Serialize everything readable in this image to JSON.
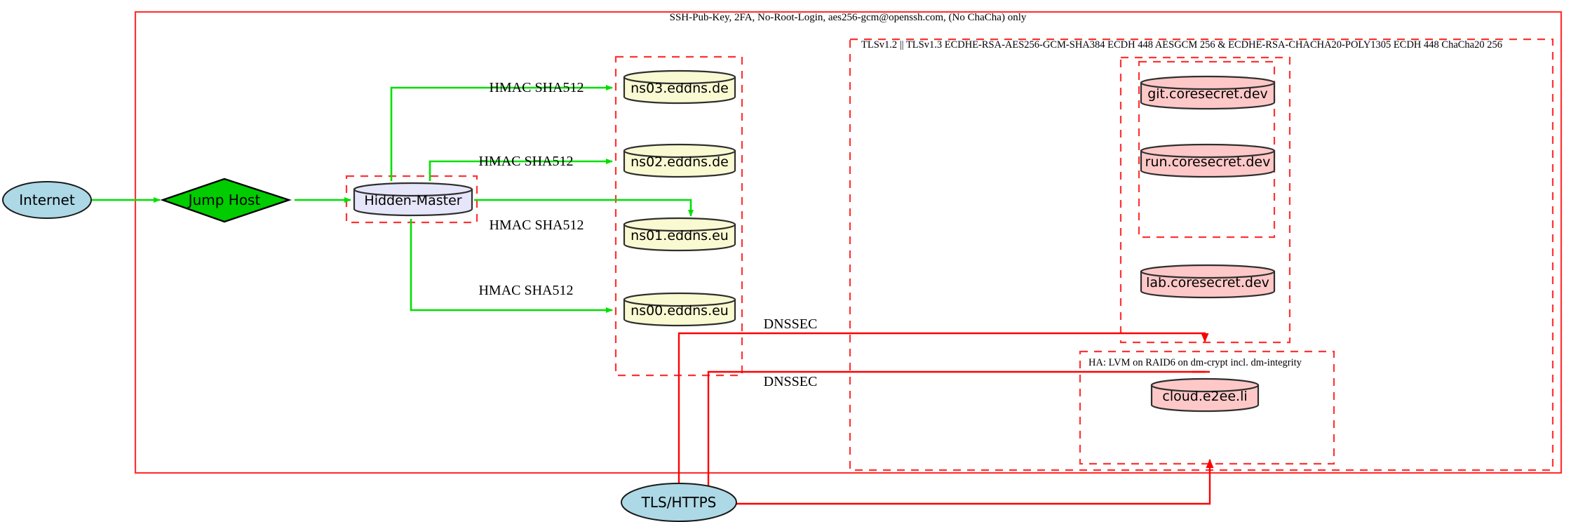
{
  "diagram": {
    "title": "Infrastructure security zones diagram",
    "colors": {
      "zone_border": "#ff3333",
      "zone_border_solid": "#ff0000",
      "green_edge": "#00e000",
      "internet_fill": "#add8e6",
      "jumphost_fill": "#00cc00",
      "hiddenmaster_fill": "#e6e6fa",
      "dns_fill": "#fafad2",
      "service_fill": "#ffc8c8",
      "node_stroke": "#2f2f2f",
      "text": "#000000"
    }
  },
  "zones": {
    "ssh_zone": {
      "label": "SSH-Pub-Key, 2FA, No-Root-Login, aes256-gcm@openssh.com, (No ChaCha) only",
      "style": "solid"
    },
    "tls_zone": {
      "label": "TLSv1.2 || TLSv1.3 ECDHE-RSA-AES256-GCM-SHA384 ECDH 448 AESGCM 256 & ECDHE-RSA-CHACHA20-POLY1305 ECDH 448 ChaCha20 256",
      "style": "dashed"
    },
    "ha_zone": {
      "label": "HA: LVM on RAID6 on dm-crypt incl. dm-integrity",
      "style": "dashed"
    },
    "hidden_master_zone": {
      "label": "",
      "style": "dashed"
    },
    "dns_zone": {
      "label": "",
      "style": "dashed"
    },
    "coresecret_zone": {
      "label": "",
      "style": "dashed"
    },
    "gitrun_zone": {
      "label": "",
      "style": "dashed"
    },
    "cloud_zone": {
      "label": "",
      "style": "dashed"
    }
  },
  "nodes": {
    "internet": {
      "label": "Internet",
      "shape": "ellipse",
      "fill": "#add8e6"
    },
    "jump_host": {
      "label": "Jump Host",
      "shape": "diamond",
      "fill": "#00cc00"
    },
    "hidden_master": {
      "label": "Hidden-Master",
      "shape": "cylinder",
      "fill": "#e6e6fa"
    },
    "ns03": {
      "label": "ns03.eddns.de",
      "shape": "cylinder",
      "fill": "#fafad2"
    },
    "ns02": {
      "label": "ns02.eddns.de",
      "shape": "cylinder",
      "fill": "#fafad2"
    },
    "ns01": {
      "label": "ns01.eddns.eu",
      "shape": "cylinder",
      "fill": "#fafad2"
    },
    "ns00": {
      "label": "ns00.eddns.eu",
      "shape": "cylinder",
      "fill": "#fafad2"
    },
    "git": {
      "label": "git.coresecret.dev",
      "shape": "cylinder",
      "fill": "#ffc8c8"
    },
    "run": {
      "label": "run.coresecret.dev",
      "shape": "cylinder",
      "fill": "#ffc8c8"
    },
    "lab": {
      "label": "lab.coresecret.dev",
      "shape": "cylinder",
      "fill": "#ffc8c8"
    },
    "cloud": {
      "label": "cloud.e2ee.li",
      "shape": "cylinder",
      "fill": "#ffc8c8"
    },
    "tls_https": {
      "label": "TLS/HTTPS",
      "shape": "ellipse",
      "fill": "#add8e6"
    }
  },
  "edge_labels": {
    "hmac_ns03": "HMAC SHA512",
    "hmac_ns02": "HMAC SHA512",
    "hmac_ns01": "HMAC SHA512",
    "hmac_ns00": "HMAC SHA512",
    "dnssec_upper": "DNSSEC",
    "dnssec_lower": "DNSSEC"
  }
}
